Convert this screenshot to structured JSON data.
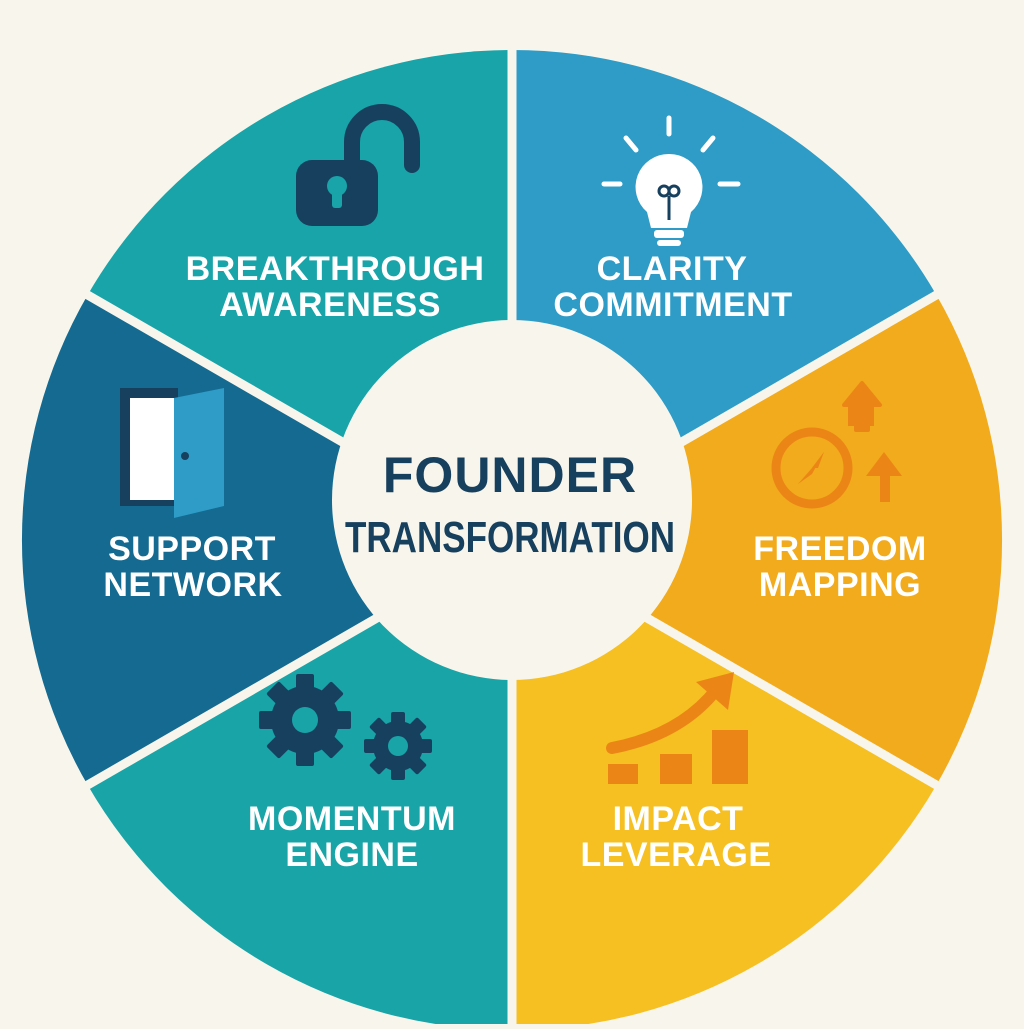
{
  "center": {
    "title": "FOUNDER",
    "subtitle": "TRANSFORMATION",
    "color": "#f8f6ec",
    "text_color": "#17405e"
  },
  "segments": [
    {
      "id": "breakthrough",
      "line1": "BREAKTHROUGH",
      "line2": "AWARENESS",
      "color": "#18a4a9",
      "icon": "unlocked-padlock-icon"
    },
    {
      "id": "clarity",
      "line1": "CLARITY",
      "line2": "COMMITMENT",
      "color": "#2e9cc7",
      "icon": "lightbulb-icon"
    },
    {
      "id": "freedom",
      "line1": "FREEDOM",
      "line2": "MAPPING",
      "color": "#f2ab1c",
      "icon": "compass-arrows-icon"
    },
    {
      "id": "impact",
      "line1": "IMPACT",
      "line2": "LEVERAGE",
      "color": "#f6c023",
      "icon": "growth-chart-icon"
    },
    {
      "id": "momentum",
      "line1": "MOMENTUM",
      "line2": "ENGINE",
      "color": "#19a4a8",
      "icon": "gears-icon"
    },
    {
      "id": "support",
      "line1": "SUPPORT",
      "line2": "NETWORK",
      "color": "#146a90",
      "icon": "open-door-icon"
    }
  ],
  "colors": {
    "background": "#f8f6ec",
    "divider": "#f8f6ec",
    "icon_dark": "#17405e",
    "icon_orange": "#eb8616"
  }
}
